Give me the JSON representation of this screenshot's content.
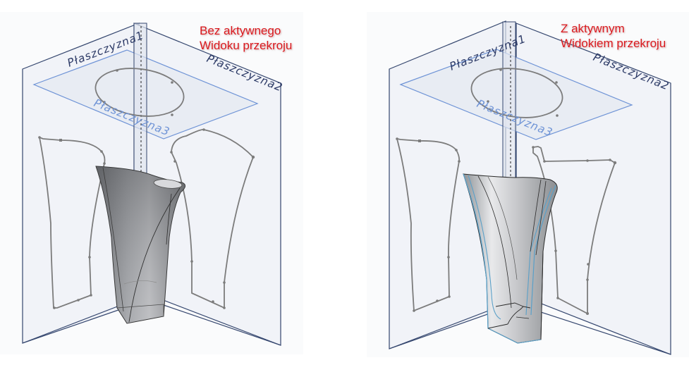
{
  "colors": {
    "background": "#ffffff",
    "panel_bg": "#fafbfc",
    "plane_fill": "#eef1f6",
    "plane_edge": "#34466e",
    "plane3_edge": "#6e93d6",
    "plane3_fill": "#e3e8f1",
    "sketch": "#7c7c7c",
    "caption": "#d8171c",
    "section_edge": "#5aa0c8"
  },
  "panels": [
    {
      "id": "left",
      "caption": {
        "line1": "Bez aktywnego",
        "line2": "Widoku przekroju"
      },
      "planes": {
        "plane1": "Płaszczyzna1",
        "plane2": "Płaszczyzna2",
        "plane3": "Płaszczyzna3"
      },
      "section_view_active": false
    },
    {
      "id": "right",
      "caption": {
        "line1": "Z aktywnym",
        "line2": "Widokiem przekroju"
      },
      "planes": {
        "plane1": "Płaszczyzna1",
        "plane2": "Płaszczyzna2",
        "plane3": "Płaszczyzna3"
      },
      "section_view_active": true
    }
  ]
}
